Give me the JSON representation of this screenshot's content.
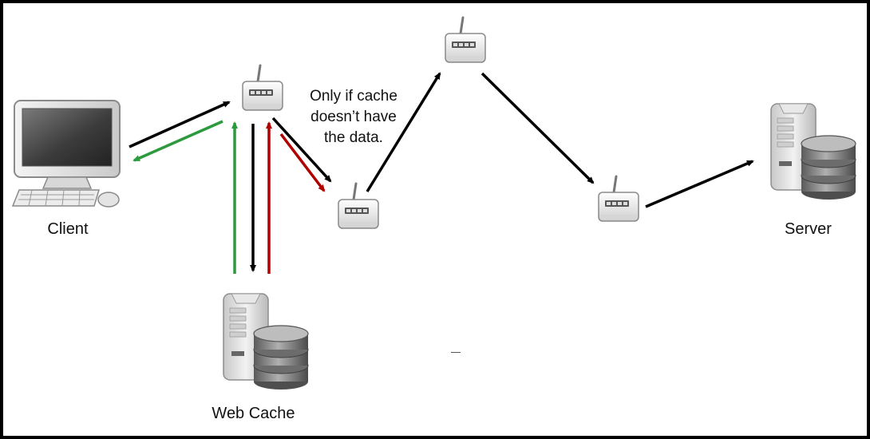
{
  "labels": {
    "client": "Client",
    "server": "Server",
    "web_cache": "Web Cache"
  },
  "note": {
    "lines": [
      "Only if cache",
      "doesn’t have",
      "the data."
    ]
  },
  "icons": {
    "client": "desktop-computer-icon",
    "server": "database-server-icon",
    "web_cache": "database-server-icon",
    "routers": [
      "router-icon",
      "router-icon",
      "router-icon",
      "router-icon"
    ]
  },
  "colors": {
    "request": "#000000",
    "cached_response": "#2e9a3e",
    "origin_response": "#b00000"
  }
}
